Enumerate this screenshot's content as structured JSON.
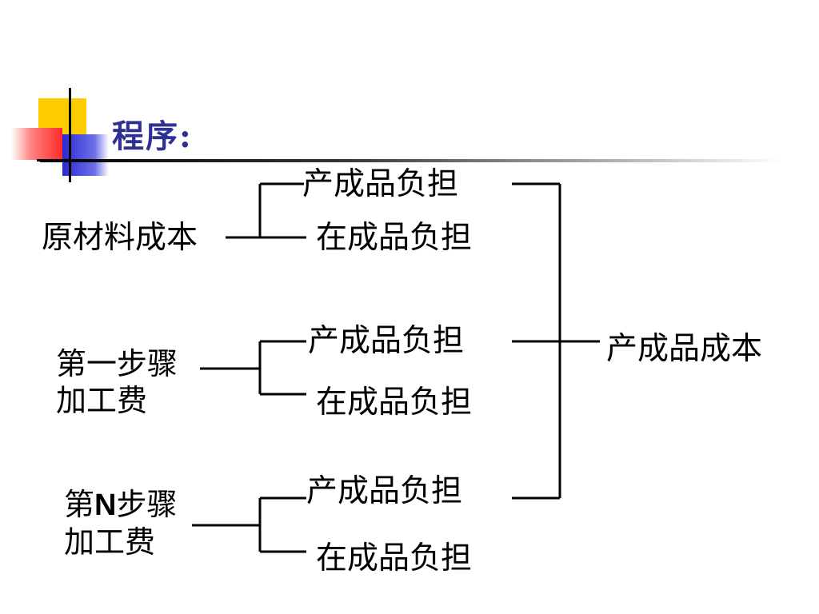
{
  "title": "程序:",
  "source_nodes": {
    "raw_material": "原材料成本",
    "step1_line1": "第一步骤",
    "step1_line2": "加工费",
    "stepN_prefix": "第",
    "stepN_n": "N",
    "stepN_suffix": "步骤",
    "stepN_line2": "加工费"
  },
  "branches": {
    "g1_top": "产成品负担",
    "g1_bottom": "在成品负担",
    "g2_top": "产成品负担",
    "g2_bottom": "在成品负担",
    "g3_top": "产成品负担",
    "g3_bottom": "在成品负担"
  },
  "result": "产成品成本",
  "colors": {
    "title": "#2e3192",
    "logo_yellow": "#ffcc00",
    "logo_blue": "#3333cc",
    "logo_red": "#ff3333"
  }
}
